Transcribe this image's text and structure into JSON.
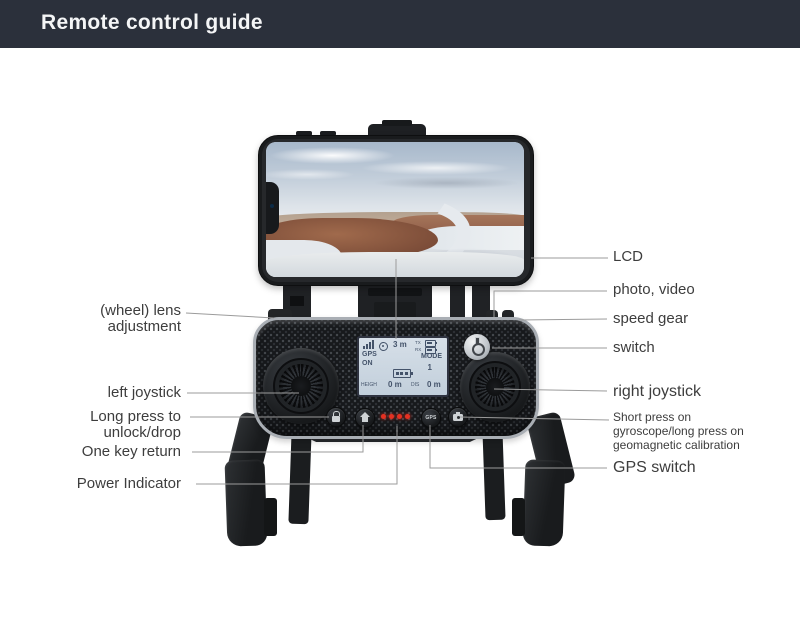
{
  "header": {
    "title": "Remote control guide"
  },
  "colors": {
    "header_bg": "#2b303b",
    "label_text": "#3d3d3d",
    "leader_line": "#9b9b9b",
    "led_red": "#e53122",
    "lcd_bg": "#ccd7e2"
  },
  "device": {
    "lcd": {
      "sat_count": "3 m",
      "gps_label": "GPS",
      "gps_state": "ON",
      "mode_label": "MODE",
      "mode_value": "1",
      "tx_label": "TX",
      "rx_label": "RX",
      "height_label": "HEIGH",
      "height_value": "0 m",
      "distance_label": "DIS",
      "distance_value": "0 m"
    },
    "buttons": {
      "gps_button_label": "GPS"
    }
  },
  "labels": {
    "left": [
      {
        "lines": [
          "(wheel) lens",
          "adjustment"
        ]
      },
      {
        "lines": [
          "left joystick"
        ]
      },
      {
        "lines": [
          "Long press to",
          "unlock/drop"
        ]
      },
      {
        "lines": [
          "One key return"
        ]
      },
      {
        "lines": [
          "Power Indicator"
        ]
      }
    ],
    "right": [
      {
        "lines": [
          "LCD"
        ]
      },
      {
        "lines": [
          "photo, video"
        ]
      },
      {
        "lines": [
          "speed gear"
        ]
      },
      {
        "lines": [
          "switch"
        ]
      },
      {
        "lines": [
          "right joystick"
        ]
      },
      {
        "lines": [
          "Short press on",
          "gyroscope/long press on",
          "geomagnetic calibration"
        ]
      },
      {
        "lines": [
          "GPS switch"
        ]
      }
    ]
  }
}
